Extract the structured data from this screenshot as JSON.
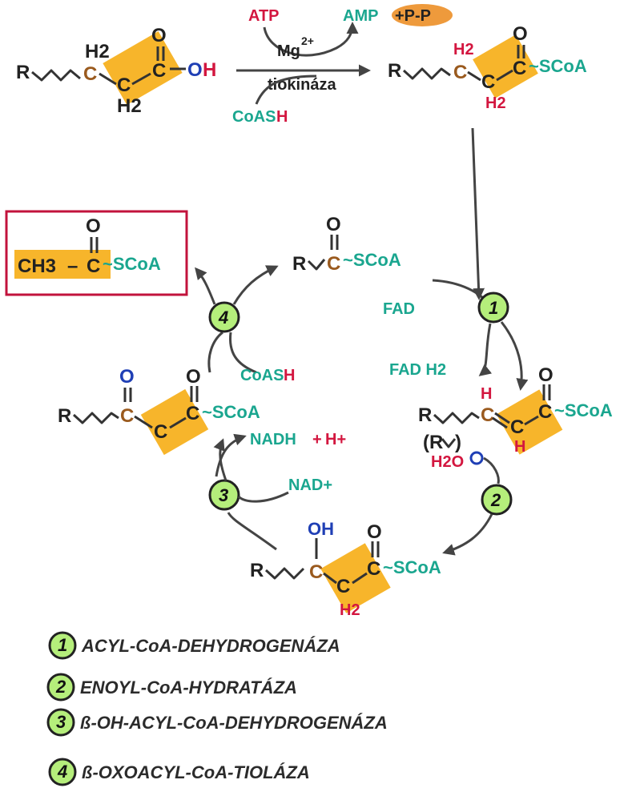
{
  "activation": {
    "substrate": {
      "r": "R",
      "c1": "C",
      "h2": "H2",
      "c2": "C",
      "c3": "C",
      "o": "O",
      "oh_o": "O",
      "oh_h": "H"
    },
    "atp": "ATP",
    "amp": "AMP",
    "ppi": "+P-P",
    "mg": "Mg",
    "mg_charge": "2+",
    "enzyme": "tiokináza",
    "coash": "CoAS",
    "coash_h": "H",
    "product": {
      "r": "R",
      "c1": "C",
      "h2_top": "H2",
      "h2_bot": "H2",
      "c2": "C",
      "c3": "C",
      "o": "O",
      "scoa": "~SCoA"
    }
  },
  "cycle": {
    "top_molecule": {
      "r": "R",
      "c": "C",
      "o": "O",
      "scoa": "~SCoA"
    },
    "acetyl_coa": {
      "ch3": "CH3",
      "dash": "–",
      "c": "C",
      "o": "O",
      "scoa": "~SCoA"
    },
    "step1": {
      "number": "1",
      "fad": "FAD",
      "fadh2": "FAD H2"
    },
    "enoyl": {
      "r": "R",
      "c1": "C",
      "h_top": "H",
      "c2": "C",
      "h_bot": "H",
      "c3": "C",
      "o": "O",
      "scoa": "~SCoA",
      "ry": "(R",
      "ry_close": ")",
      "water": "H2O"
    },
    "step2": {
      "number": "2"
    },
    "hydroxy": {
      "r": "R",
      "c1": "C",
      "oh": "OH",
      "c2": "C",
      "h2": "H2",
      "c3": "C",
      "o": "O",
      "scoa": "~SCoA"
    },
    "step3": {
      "number": "3",
      "nad": "NAD+",
      "nadh": "NADH",
      "plus": "+",
      "hplus": "H+"
    },
    "oxo": {
      "r": "R",
      "c1": "C",
      "o1": "O",
      "c2": "C",
      "c3": "C",
      "o2": "O",
      "scoa": "~SCoA"
    },
    "step4": {
      "number": "4",
      "coash": "CoAS",
      "coash_h": "H"
    }
  },
  "legend": [
    {
      "number": "1",
      "label": "ACYL-CoA-DEHYDROGENÁZA"
    },
    {
      "number": "2",
      "label": "ENOYL-CoA-HYDRATÁZA"
    },
    {
      "number": "3",
      "label": "ß-OH-ACYL-CoA-DEHYDROGENÁZA"
    },
    {
      "number": "4",
      "label": "ß-OXOACYL-CoA-TIOLÁZA"
    }
  ],
  "colors": {
    "highlight": "#f7b52b",
    "enzyme_circle": "#b5ee7b",
    "teal": "#1aa68f",
    "red": "#d3163f",
    "brown": "#9a5a1e",
    "blue": "#1f3fb5",
    "box_border": "#c2133c"
  }
}
